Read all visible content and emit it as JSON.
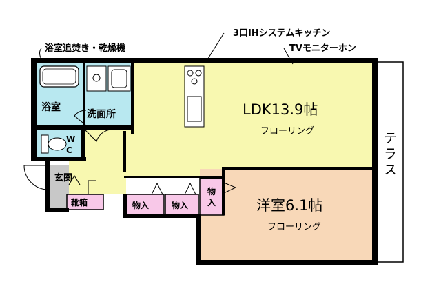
{
  "annotations": {
    "bath_features": "浴室追焚き・乾燥機",
    "kitchen_features": "3口IHシステムキッチン",
    "intercom": "TVモニターホン"
  },
  "rooms": {
    "ldk": {
      "name": "LDK13.9帖",
      "floor": "フローリング"
    },
    "western": {
      "name": "洋室6.1帖",
      "floor": "フローリング"
    },
    "bath": {
      "name": "浴室"
    },
    "washroom": {
      "name": "洗面所"
    },
    "wc": {
      "line1": "W",
      "line2": "C"
    },
    "entrance": {
      "name": "玄関"
    },
    "shoe_box": {
      "name": "靴箱"
    },
    "closet_1": {
      "name": "物入"
    },
    "closet_2": {
      "name": "物入"
    },
    "closet_3": {
      "line1": "物",
      "line2": "入"
    }
  },
  "terrace": {
    "label": "テラス"
  },
  "colors": {
    "ldk": "#f8f8b0",
    "western": "#f8d8b8",
    "wet_area": "#b8e8f0",
    "closet": "#f8c8e8",
    "entrance": "#c8c8c8",
    "wall": "#000000"
  }
}
